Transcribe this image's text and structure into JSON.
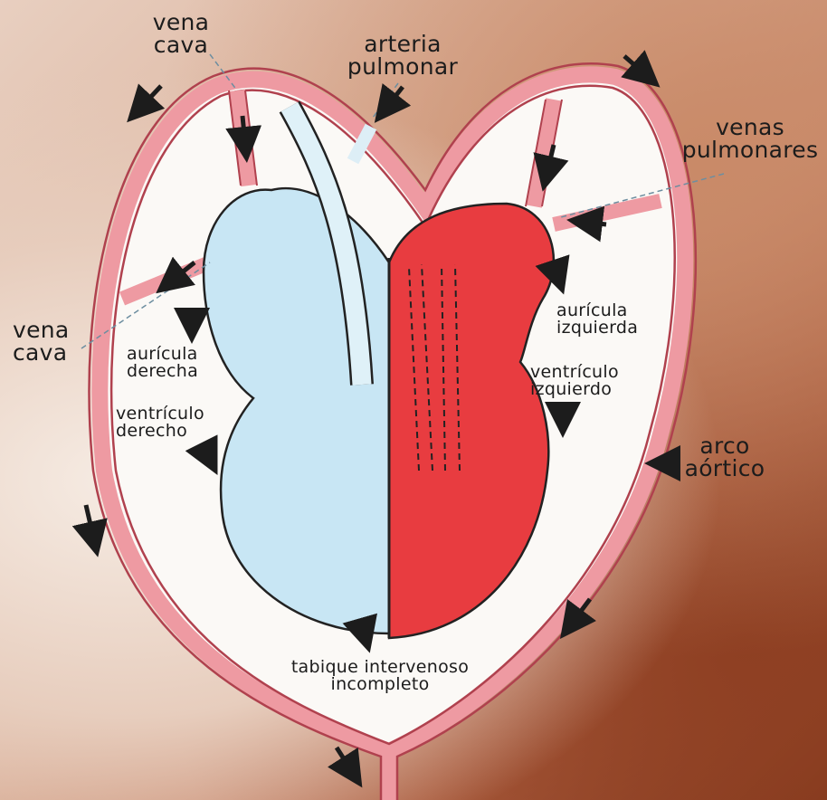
{
  "labels": {
    "vena_cava_top_1": "vena",
    "vena_cava_top_2": "cava",
    "arteria_1": "arteria",
    "arteria_2": "pulmonar",
    "venas_pulm_1": "venas",
    "venas_pulm_2": "pulmonares",
    "vena_cava_left_1": "vena",
    "vena_cava_left_2": "cava",
    "auricula_der_1": "aurícula",
    "auricula_der_2": "derecha",
    "ventriculo_der_1": "ventrículo",
    "ventriculo_der_2": "derecho",
    "auricula_izq_1": "aurícula",
    "auricula_izq_2": "izquierda",
    "ventriculo_izq_1": "ventrículo",
    "ventriculo_izq_2": "izquierdo",
    "arco_1": "arco",
    "arco_2": "aórtico",
    "tabique_1": "tabique intervenoso",
    "tabique_2": "incompleto"
  },
  "colors": {
    "vessel": "#ee9aa2",
    "vessel_outline": "#b0414e",
    "right_side": "#c8e6f4",
    "left_side": "#e83c40",
    "inner_white": "#fbf9f6",
    "ink": "#1c1c1c"
  }
}
